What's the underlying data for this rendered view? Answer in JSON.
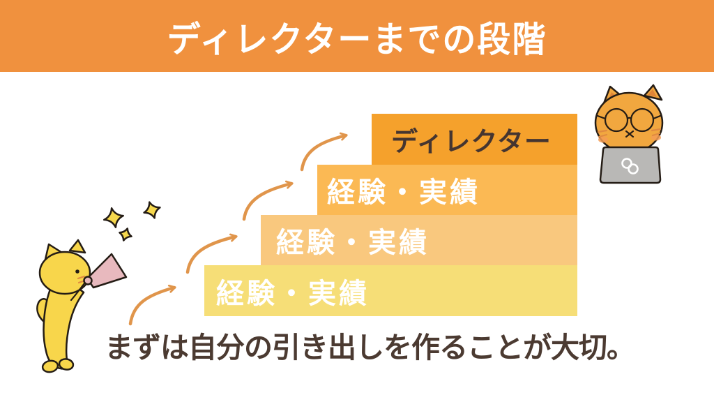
{
  "header": {
    "title": "ディレクターまでの段階",
    "bg_color": "#F0913E",
    "text_color": "#FFFFFF"
  },
  "staircase": {
    "steps": [
      {
        "label": "経験・実績",
        "bg_color": "#F6DE77",
        "text_color": "#FFFFFF"
      },
      {
        "label": "経験・実績",
        "bg_color": "#F9C87E",
        "text_color": "#FFFFFF"
      },
      {
        "label": "経験・実績",
        "bg_color": "#FBB954",
        "text_color": "#FFFFFF"
      },
      {
        "label": "ディレクター",
        "bg_color": "#F5A12C",
        "text_color": "#453530"
      }
    ],
    "arrow_color": "#E0954B"
  },
  "caption": {
    "text": "まずは自分の引き出しを作ることが大切。",
    "color": "#4B3A31"
  },
  "illustrations": {
    "megaphone_cat": {
      "name": "yellow-cat-with-megaphone",
      "body_color": "#F8D64B",
      "megaphone_color": "#E8B9BE",
      "sparkle_color": "#F6D84D",
      "outline_color": "#241C15"
    },
    "laptop_cat": {
      "name": "orange-cat-with-laptop",
      "body_color": "#F1A73F",
      "inner_ear_color": "#DF8438",
      "blush_color": "#F49C54",
      "laptop_color": "#B9B8B6",
      "laptop_icon": "chain-link-icon",
      "outline_color": "#241C15"
    }
  }
}
